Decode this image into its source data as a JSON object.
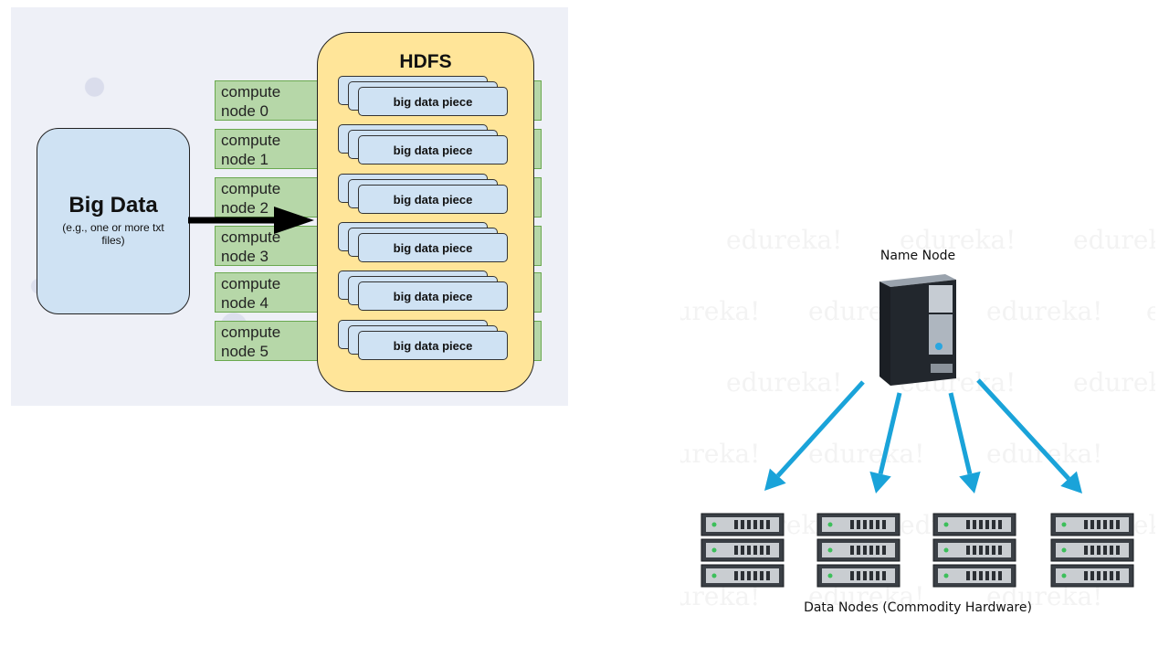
{
  "hdfs_diagram": {
    "big_data": {
      "title": "Big Data",
      "subtitle": "(e.g., one or more txt files)"
    },
    "hdfs_title": "HDFS",
    "compute_nodes": [
      {
        "label": "compute node 0",
        "piece": "big data piece"
      },
      {
        "label": "compute node 1",
        "piece": "big data piece"
      },
      {
        "label": "compute node 2",
        "piece": "big data piece"
      },
      {
        "label": "compute node 3",
        "piece": "big data piece"
      },
      {
        "label": "compute node 4",
        "piece": "big data piece"
      },
      {
        "label": "compute node 5",
        "piece": "big data piece"
      }
    ]
  },
  "cluster_diagram": {
    "name_node_label": "Name Node",
    "data_nodes_label": "Data Nodes (Commodity Hardware)",
    "watermark": "edureka!",
    "arrow_color": "#1aa3d9",
    "data_node_count": 4
  },
  "colors": {
    "big_data_fill": "#cfe2f3",
    "compute_node_fill": "#b6d7a8",
    "hdfs_fill": "#ffe599",
    "piece_fill": "#cfe2f3"
  }
}
